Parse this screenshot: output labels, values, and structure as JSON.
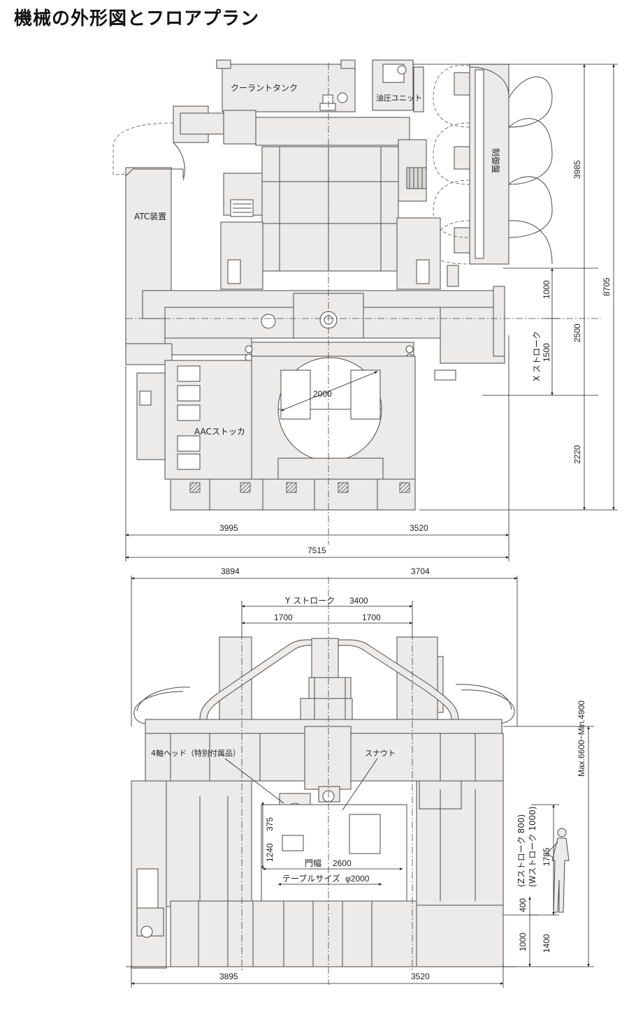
{
  "title": "機械の外形図とフロアプラン",
  "top_view": {
    "labels": {
      "coolant_tank": "クーラントタンク",
      "hydraulic_unit": "油圧ユニット",
      "control_panel": "制御盤",
      "atc": "ATC装置",
      "aac": "AACストッカ",
      "table_dia": "2000",
      "x_stroke": "X ストローク"
    },
    "dims": {
      "d3985": "3985",
      "d8705": "8705",
      "d1000": "1000",
      "d2500": "2500",
      "d1500": "1500",
      "d2220": "2220",
      "left_width": "3995",
      "right_width": "3520",
      "total_width": "7515"
    }
  },
  "front_view": {
    "labels": {
      "y_stroke": "Y ストローク",
      "head4": "4軸ヘッド（特別付属品）",
      "snout": "スナウト",
      "gate_width": "門幅",
      "table_size": "テーブルサイズ",
      "z_stroke": "(Zストローク 800)",
      "w_stroke": "(Wストローク 1000)",
      "max_min": "Max.6600~Min.4900"
    },
    "dims": {
      "top_left": "3894",
      "top_right": "3704",
      "y_stroke_val": "3400",
      "y_left": "1700",
      "y_right": "1700",
      "d375": "375",
      "d1240": "1240",
      "gate_val": "2600",
      "table_val": "φ2000",
      "d1785": "1785",
      "d400": "400",
      "d1000": "1000",
      "d1400": "1400",
      "bottom_left": "3895",
      "bottom_right": "3520"
    }
  }
}
